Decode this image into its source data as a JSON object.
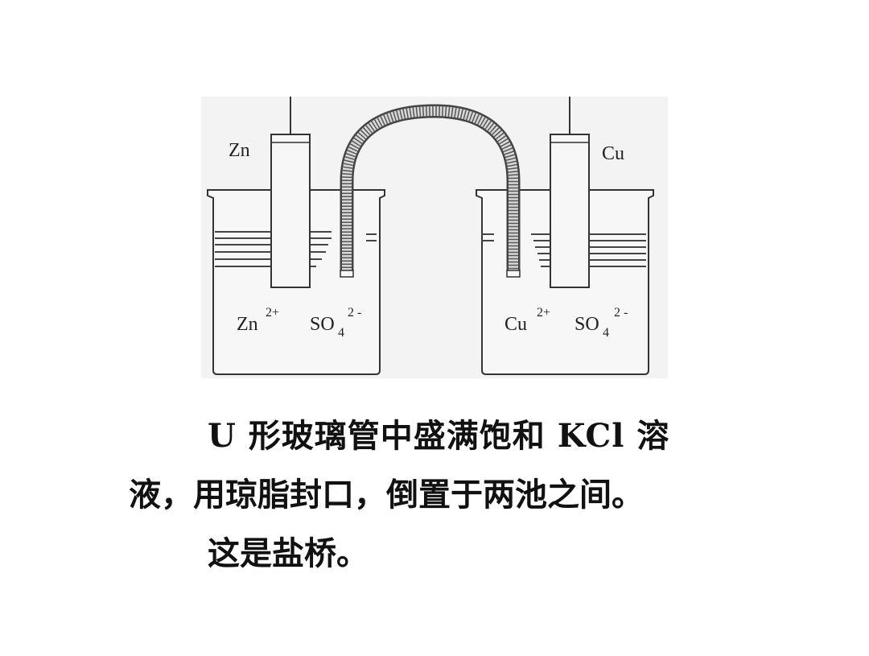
{
  "diagram": {
    "left_electrode": "Zn",
    "right_electrode": "Cu",
    "left_ion_1_base": "Zn",
    "left_ion_1_sup": "2+",
    "left_ion_2_base": "SO",
    "left_ion_2_sub": "4",
    "left_ion_2_sup": "2 -",
    "right_ion_1_base": "Cu",
    "right_ion_1_sup": "2+",
    "right_ion_2_base": "SO",
    "right_ion_2_sub": "4",
    "right_ion_2_sup": "2 -"
  },
  "caption": {
    "line1": "U 形玻璃管中盛满饱和  KCl  溶",
    "line2": "液，用琼脂封口，倒置于两池之间。",
    "line3": "这是盐桥。"
  }
}
